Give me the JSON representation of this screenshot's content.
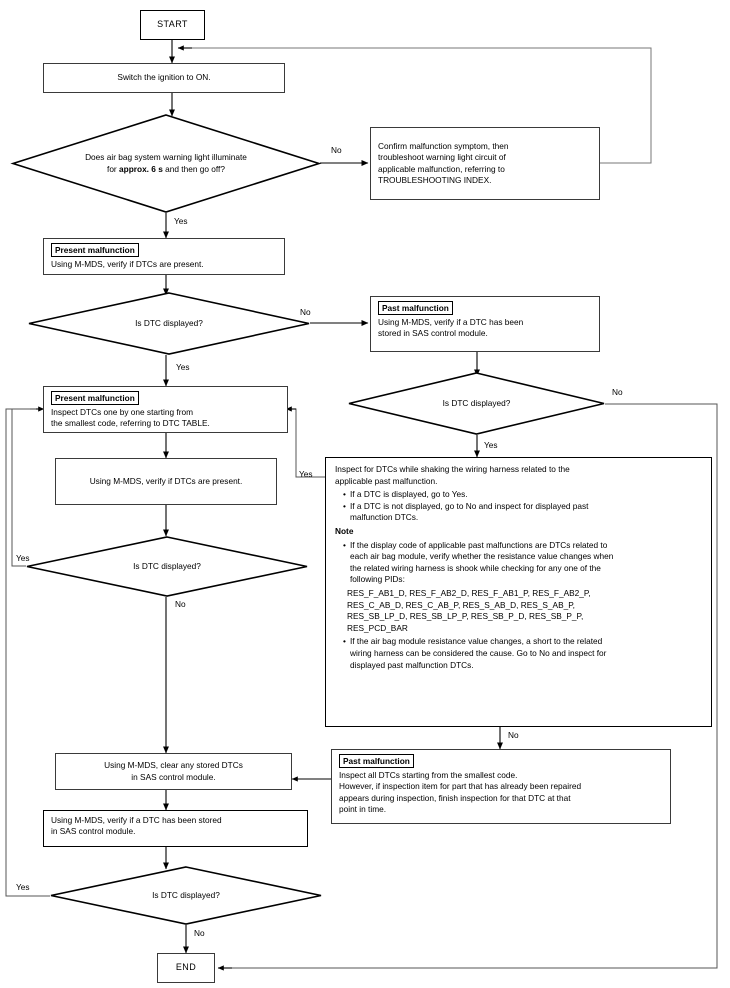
{
  "title": "Air bag system DTC troubleshooting flowchart",
  "nodes": {
    "start": {
      "label": "START"
    },
    "end": {
      "label": "END"
    },
    "switch_ignition": {
      "text": "Switch the ignition to ON."
    },
    "q_warning_light": {
      "text": "Does air bag system warning light illuminate\nfor approx. 6 s and then go off?",
      "emphasis": "approx. 6 s"
    },
    "confirm_malfunction": {
      "text": "Confirm malfunction symptom, then\ntroubleshoot warning light circuit of\napplicable malfunction, referring to\nTROUBLESHOOTING INDEX."
    },
    "present_verify_1": {
      "tag": "Present malfunction",
      "text": "Using M-MDS, verify if DTCs are present."
    },
    "q_dtc_1": {
      "text": "Is DTC displayed?"
    },
    "past_verify_1": {
      "tag": "Past malfunction",
      "text": "Using M-MDS, verify if a DTC has been\nstored in SAS control module."
    },
    "q_dtc_2": {
      "text": "Is DTC displayed?"
    },
    "present_inspect": {
      "tag": "Present malfunction",
      "text": "Inspect DTCs one by one starting from\nthe smallest code, referring to DTC TABLE."
    },
    "present_verify_2": {
      "text": "Using M-MDS, verify if DTCs are present."
    },
    "q_dtc_3": {
      "text": "Is DTC displayed?"
    },
    "shake_harness": {
      "intro": "Inspect for DTCs while shaking the wiring harness related to the\napplicable past malfunction.",
      "bullets_1": [
        "If a DTC is displayed, go to Yes.",
        "If a DTC is not displayed, go to No and inspect for displayed past\n malfunction DTCs."
      ],
      "note_head": "Note",
      "bullets_2_first": "If the display code of applicable past malfunctions are DTCs related to\neach air bag module, verify whether the resistance value changes when\nthe related wiring harness is shook while checking for any one of the\nfollowing PIDs:",
      "pids": "RES_F_AB1_D, RES_F_AB2_D, RES_F_AB1_P, RES_F_AB2_P,\nRES_C_AB_D, RES_C_AB_P, RES_S_AB_D, RES_S_AB_P,\nRES_SB_LP_D, RES_SB_LP_P, RES_SB_P_D, RES_SB_P_P,\nRES_PCD_BAR",
      "bullets_2_second": "If the air bag module resistance value changes, a short to the related\nwiring harness can be considered the cause. Go to No and inspect for\ndisplayed past malfunction DTCs."
    },
    "clear_dtcs": {
      "text": "Using M-MDS, clear any stored DTCs\nin SAS control module."
    },
    "past_inspect_all": {
      "tag": "Past malfunction",
      "text": "Inspect all DTCs starting from the smallest code.\nHowever, if inspection item for part that has already been repaired\nappears during inspection, finish inspection for that DTC at that\npoint in time."
    },
    "verify_stored": {
      "text": "Using M-MDS, verify if a DTC has been stored\nin SAS control module."
    },
    "q_dtc_4": {
      "text": "Is DTC displayed?"
    }
  },
  "edge_labels": {
    "no_1": "No",
    "yes_1": "Yes",
    "no_2": "No",
    "yes_2": "Yes",
    "no_3": "No",
    "yes_3": "Yes",
    "yes_4": "Yes",
    "no_4": "No",
    "no_5": "No",
    "yes_5": "Yes",
    "no_6": "No"
  },
  "colors": {
    "line": "#000000",
    "thin_line": "#555555",
    "box_border": "#3a3a3a",
    "background": "#ffffff"
  }
}
